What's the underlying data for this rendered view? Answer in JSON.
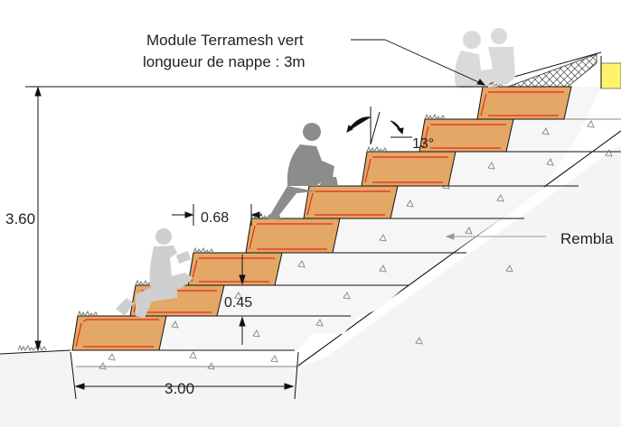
{
  "labels": {
    "module_line1": "Module Terramesh vert",
    "module_line2": "longueur de nappe : 3m",
    "height": "3.60",
    "step_width": "0.68",
    "step_height": "0.45",
    "base_length": "3.00",
    "angle": "13°",
    "fill": "Rembla"
  },
  "colors": {
    "module_fill": "#e3a766",
    "module_red": "#e8291c",
    "ground_fill": "#f4f4f4",
    "line": "#111111",
    "gray_text": "#9a9a9a",
    "person": "#cfcfcf",
    "person_dark": "#8c8c8c",
    "grass": "#7a7a7a",
    "gravel_yellow": "#fff36b"
  },
  "icons": {
    "person_reading": "seated-person-reading-icon",
    "person_sitting": "seated-person-icon",
    "people_top": "seated-people-icon",
    "grass": "grass-tuft-icon"
  }
}
